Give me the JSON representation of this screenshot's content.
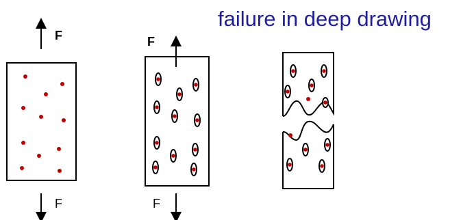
{
  "title": "failure in deep drawing",
  "labels": {
    "left_top": "F",
    "left_bottom": "F",
    "mid_top": "F",
    "mid_bottom": "F"
  },
  "colors": {
    "title": "#1f1f9e",
    "particle": "#c00000",
    "stroke": "#000000"
  }
}
